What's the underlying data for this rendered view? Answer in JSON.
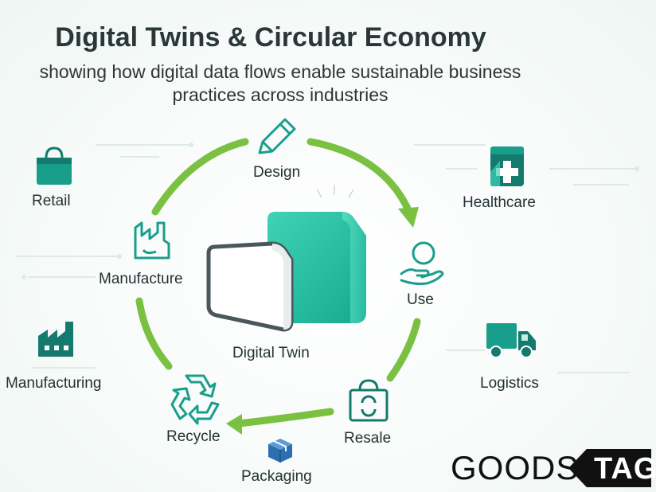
{
  "header": {
    "title": "Digital Twins & Circular Economy",
    "subtitle_line1": "showing how digital data flows enable sustainable business",
    "subtitle_line2": "practices across industries"
  },
  "cycle": {
    "stages": [
      "Design",
      "Use",
      "Resale",
      "Recycle",
      "Manufacture"
    ],
    "center_label": "Digital Twin"
  },
  "industries": [
    "Retail",
    "Healthcare",
    "Manufacturing",
    "Logistics",
    "Packaging"
  ],
  "brand": {
    "goods": "GOODS",
    "tag": "TAG"
  },
  "colors": {
    "arrow_green": "#7ac142",
    "teal": "#1a9e8c",
    "dark_teal": "#157a6e",
    "navy": "#1e5a8e"
  },
  "icons": {
    "design": "pencil-icon",
    "use": "person-hand-icon",
    "resale": "shopping-bag-icon",
    "recycle": "recycle-icon",
    "manufacture": "factory-outline-icon",
    "retail": "shopping-bag-icon",
    "healthcare": "medical-cross-icon",
    "manufacturing": "factory-icon",
    "logistics": "truck-icon",
    "packaging": "box-icon"
  }
}
